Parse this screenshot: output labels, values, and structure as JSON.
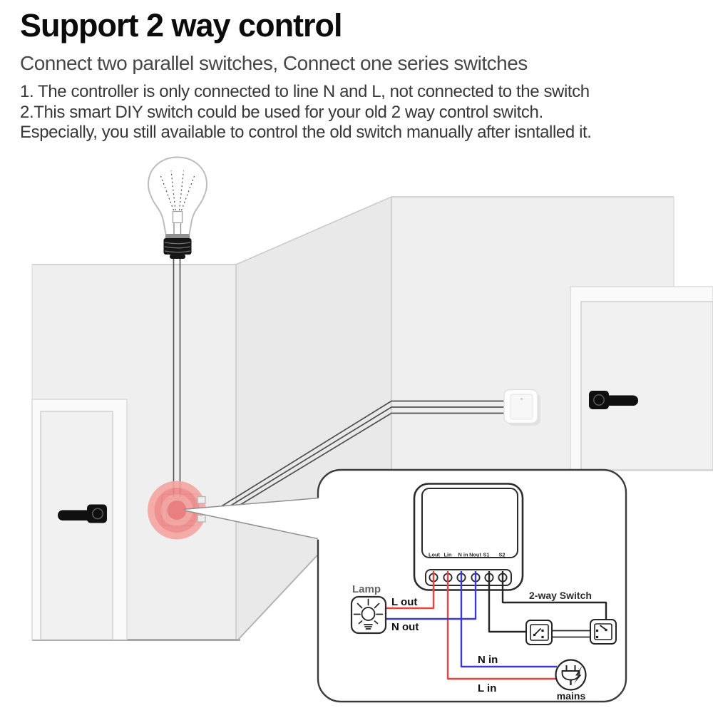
{
  "header": {
    "title": "Support 2 way control",
    "subtitle": "Connect two parallel switches, Connect one series switches",
    "notes": [
      "1. The controller is only connected to line N and L, not connected to the switch",
      "2.This smart DIY switch could be used for your old 2 way control switch.",
      "Especially, you still available to control the old switch manually after isntalled it."
    ]
  },
  "scene": {
    "highlight_rings": [
      "#f5a3a0",
      "#ee8583",
      "#f29d9a",
      "#e97170"
    ]
  },
  "inset": {
    "terminal_labels": [
      "Lout",
      "Lin",
      "N in",
      "Nout",
      "S1",
      "S2"
    ],
    "labels": {
      "lamp": "Lamp",
      "l_out": "L out",
      "n_out": "N out",
      "n_in": "N in",
      "l_in": "L in",
      "two_way_switch": "2-way Switch",
      "mains": "mains"
    },
    "colors": {
      "live": "#e8423e",
      "neutral": "#3a3ad2",
      "signal": "#262626"
    }
  }
}
